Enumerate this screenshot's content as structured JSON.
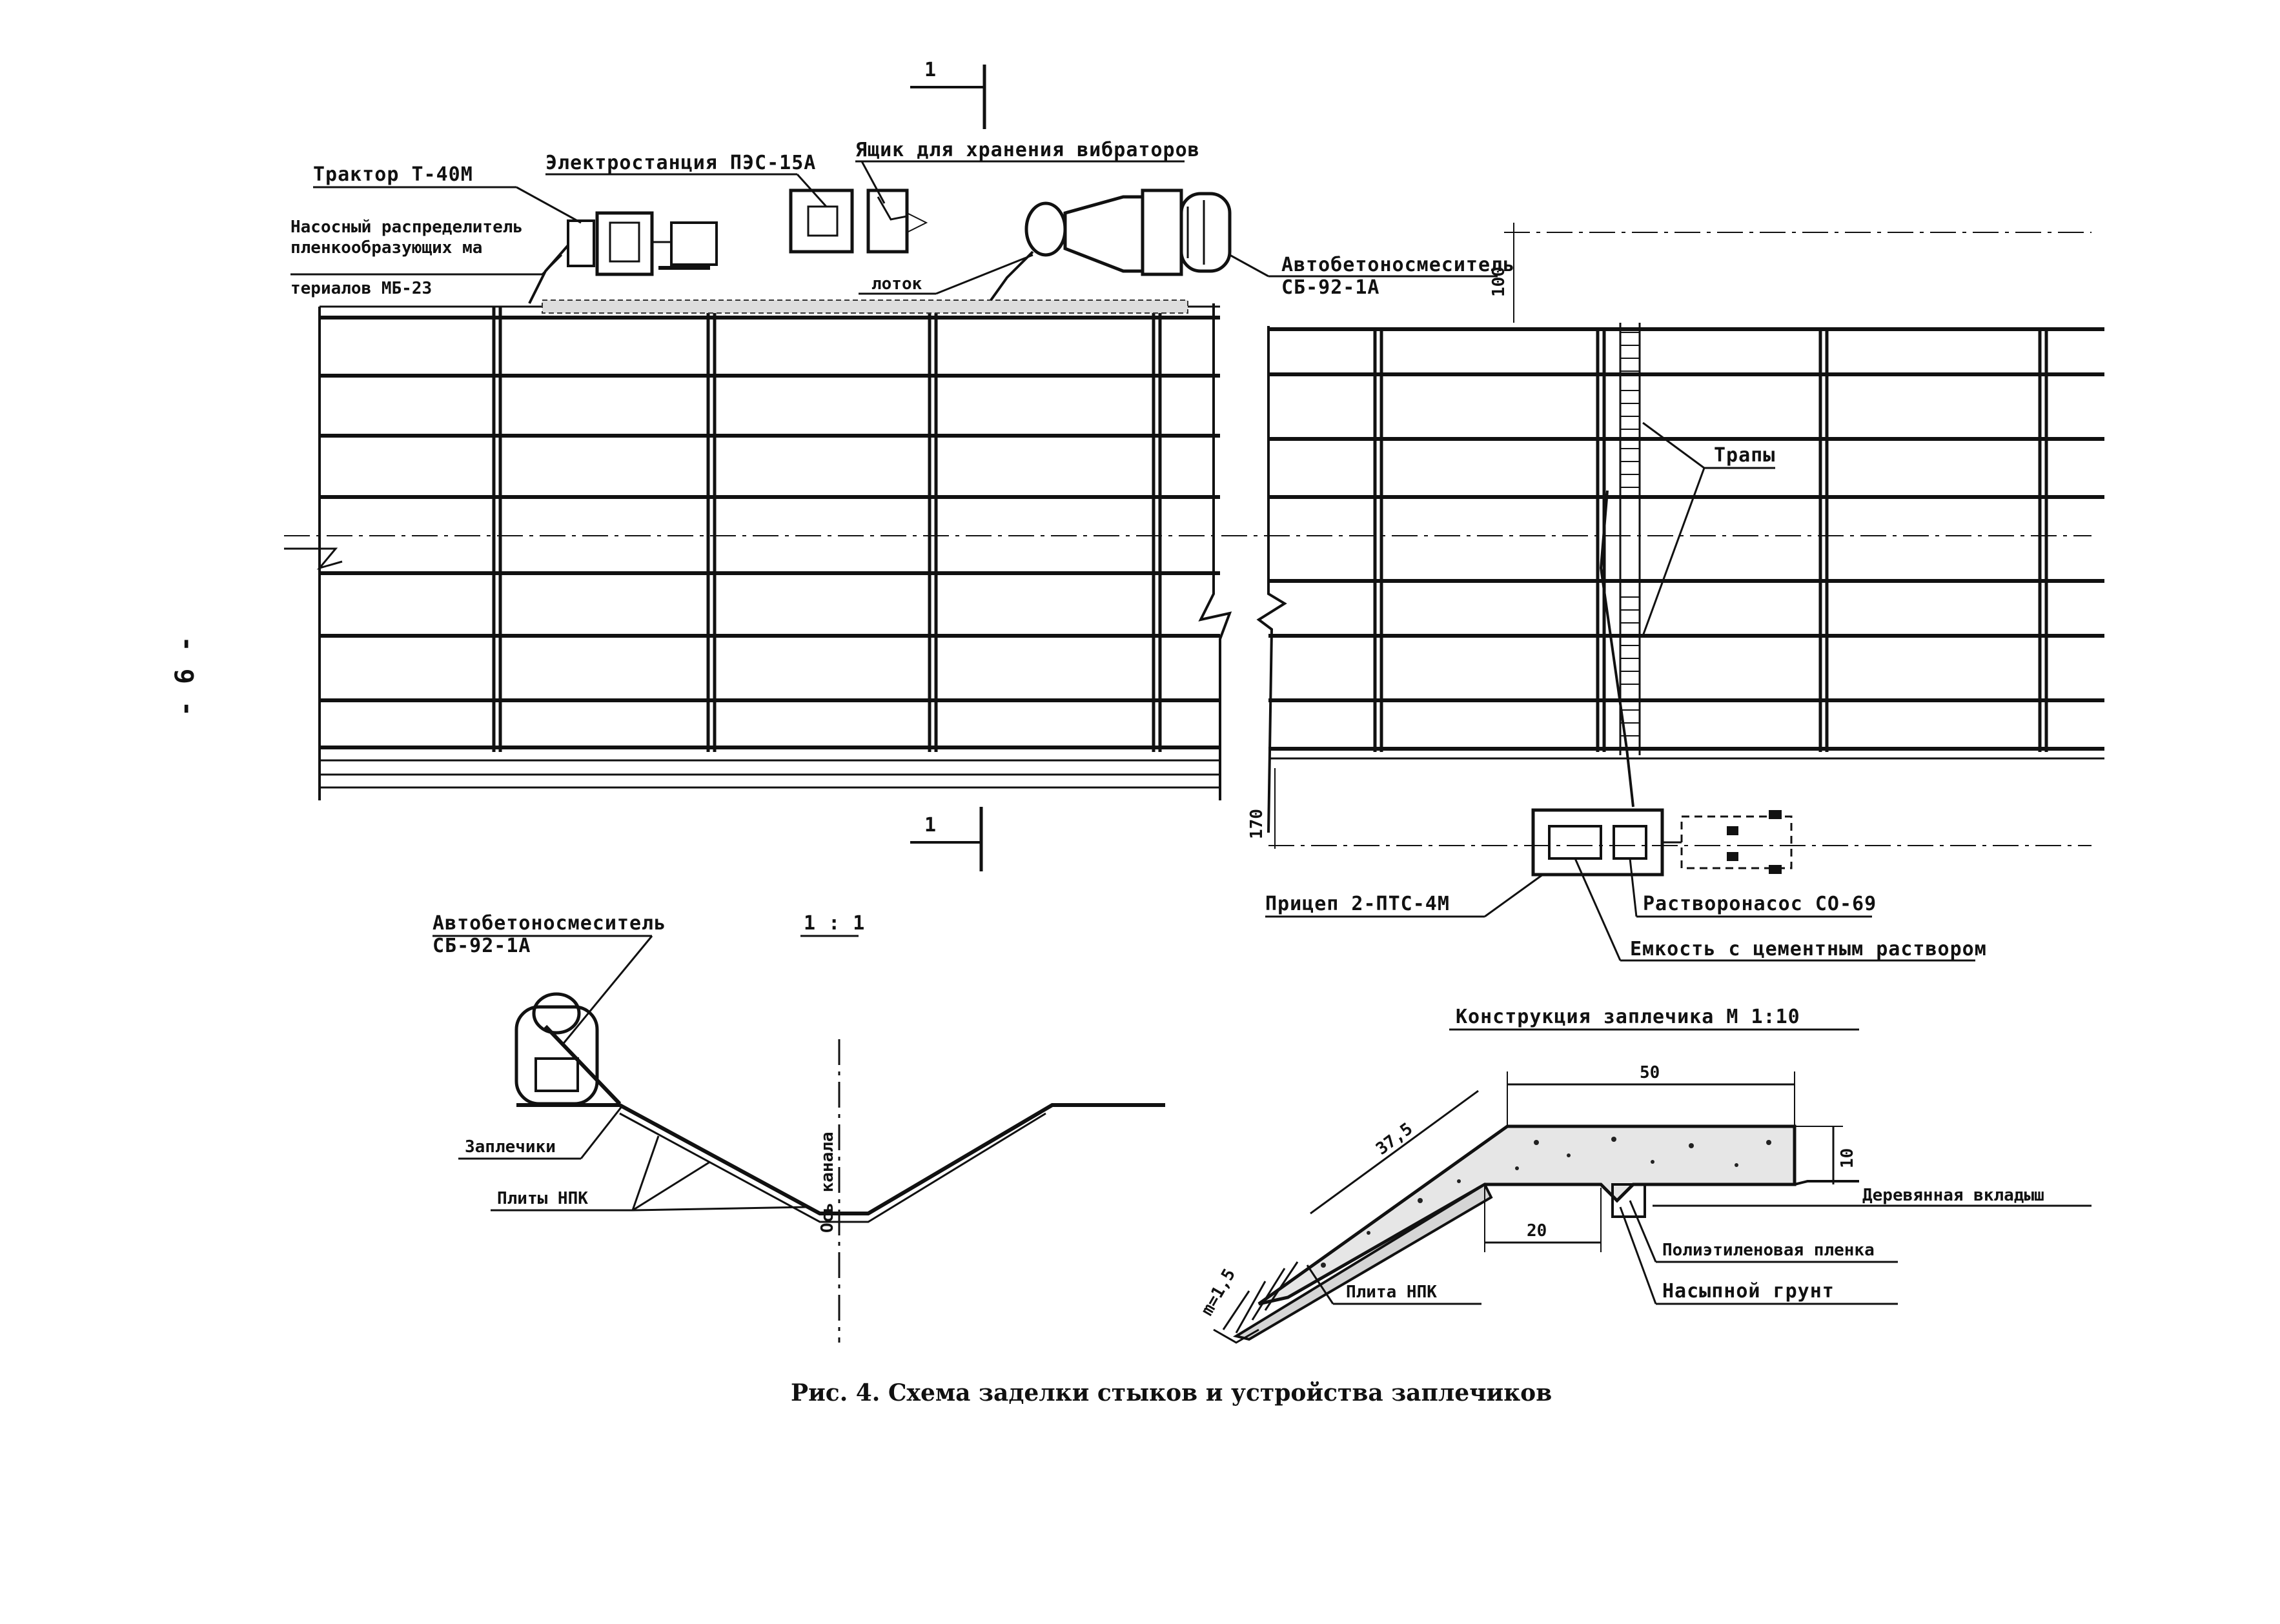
{
  "page_number": "- 6 -",
  "section_marks": {
    "mark_a": "1",
    "mark_b": "1"
  },
  "labels": {
    "tractor": "Трактор Т-40М",
    "pump_line1": "Насосный распределитель",
    "pump_line2": "пленкообразующих ма",
    "pump_line3": "териалов МБ-23",
    "power_station": "Электростанция ПЭС-15А",
    "vibrator_box": "Ящик для хранения вибраторов",
    "trowel": "лоток",
    "mixer_plan_line1": "Автобетоносмеситель",
    "mixer_plan_line2": "СБ-92-1А",
    "ladders": "Трапы",
    "trailer": "Прицеп 2-ПТС-4М",
    "mortar_pump": "Растворонасос СО-69",
    "tank": "Емкость с цементным раствором",
    "section_title": "1 : 1",
    "mixer_sec_line1": "Автобетоносмеситель",
    "mixer_sec_line2": "СБ-92-1А",
    "shoulder": "Заплечики",
    "slabs": "Плиты НПК",
    "channel_axis": "Ось канала",
    "detail_title": "Конструкция заплечика   М 1:10",
    "wooden_batten": "Деревянная вкладыш",
    "pe_film": "Полиэтиленовая пленка",
    "fill_soil": "Насыпной грунт",
    "slab_npk": "Плита НПК"
  },
  "dimensions": {
    "d100": "100",
    "d170": "170",
    "d50": "50",
    "d10": "10",
    "d20": "20",
    "d37_5": "37,5",
    "slope": "m=1,5"
  },
  "caption": "Рис. 4. Схема заделки стыков и устройства заплечиков"
}
